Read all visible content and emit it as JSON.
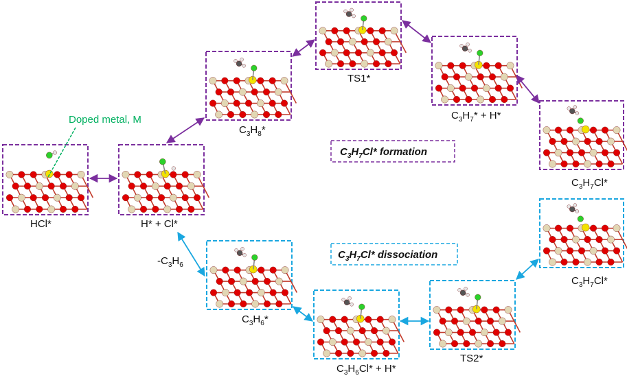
{
  "colors": {
    "formation": "#7b2f9e",
    "dissociation": "#1aa7e0",
    "doped_label": "#00b060",
    "oxygen": "#e00000",
    "support": "#e2d7b4",
    "metal": "#f2e200",
    "chlorine": "#2bd12b",
    "carbon": "#555555",
    "hydrogen": "#e6e6e6"
  },
  "pathway_titles": {
    "formation": {
      "main": "C",
      "s1": "3",
      "m1": "H",
      "s2": "7",
      "m2": "Cl* formation"
    },
    "dissociation": {
      "main": "C",
      "s1": "3",
      "m1": "H",
      "s2": "7",
      "m2": "Cl* dissociation"
    }
  },
  "annotation": {
    "doped_metal": "Doped metal, M"
  },
  "edge_labels": {
    "minus_c3h6": {
      "main": "-C",
      "s1": "3",
      "m1": "H",
      "s2": "6"
    }
  },
  "states": {
    "hcl": {
      "label": {
        "main": "HCl*"
      }
    },
    "h_cl": {
      "label": {
        "main": "H* + Cl*"
      }
    },
    "c3h8": {
      "label": {
        "main": "C",
        "s1": "3",
        "m1": "H",
        "s2": "8",
        "m2": "*"
      }
    },
    "ts1": {
      "label": {
        "main": "TS1*"
      }
    },
    "c3h7_h": {
      "label": {
        "main": "C",
        "s1": "3",
        "m1": "H",
        "s2": "7",
        "m2": "* + H*"
      }
    },
    "c3h7cl_top": {
      "label": {
        "main": "C",
        "s1": "3",
        "m1": "H",
        "s2": "7",
        "m2": "Cl*"
      }
    },
    "c3h6": {
      "label": {
        "main": "C",
        "s1": "3",
        "m1": "H",
        "s2": "6",
        "m2": "*"
      }
    },
    "c3h6cl_h": {
      "label": {
        "main": "C",
        "s1": "3",
        "m1": "H",
        "s2": "6",
        "m2": "Cl* + H*"
      }
    },
    "ts2": {
      "label": {
        "main": "TS2*"
      }
    },
    "c3h7cl_bottom": {
      "label": {
        "main": "C",
        "s1": "3",
        "m1": "H",
        "s2": "7",
        "m2": "Cl*"
      }
    }
  }
}
